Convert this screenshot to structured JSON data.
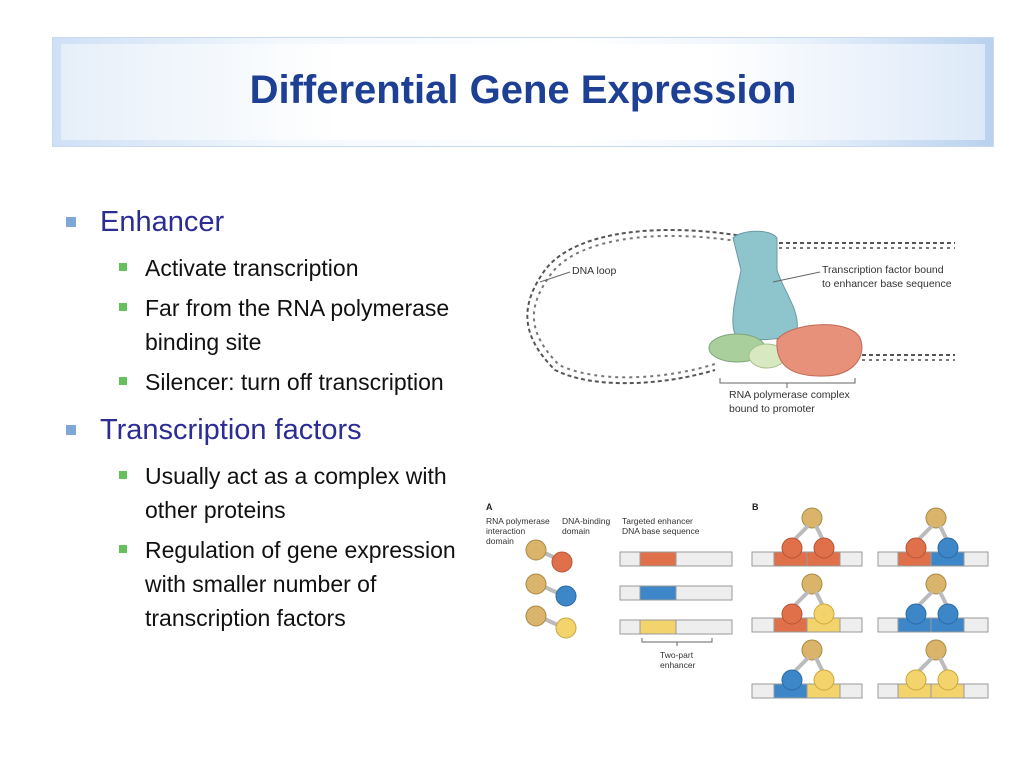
{
  "title": "Differential Gene Expression",
  "bullets": [
    {
      "text": "Enhancer",
      "sub": [
        "Activate transcription",
        "Far from the RNA polymerase binding site",
        "Silencer: turn off transcription"
      ]
    },
    {
      "text": "Transcription factors",
      "sub": [
        "Usually act as a complex with other proteins",
        "Regulation of gene expression with smaller number of transcription factors"
      ]
    }
  ],
  "top_figure": {
    "dna_loop_label": "DNA loop",
    "tf_label_line1": "Transcription factor bound",
    "tf_label_line2": "to enhancer base sequence",
    "polymerase_label_line1": "RNA polymerase complex",
    "polymerase_label_line2": "bound to promoter"
  },
  "bottom_figure": {
    "panel_a": "A",
    "panel_b": "B",
    "rna_pol_label_line1": "RNA polymerase",
    "rna_pol_label_line2": "interaction",
    "rna_pol_label_line3": "domain",
    "dna_binding_label_line1": "DNA-binding",
    "dna_binding_label_line2": "domain",
    "targeted_label_line1": "Targeted enhancer",
    "targeted_label_line2": "DNA base sequence",
    "two_part_line1": "Two-part",
    "two_part_line2": "enhancer"
  },
  "colors": {
    "title": "#1d3f94",
    "level1": "#2b2c94",
    "level1_marker": "#7ea7d8",
    "level2_marker": "#64c15b",
    "orange": "#e0704a",
    "blue": "#3d86c8",
    "yellow": "#f3d36b",
    "tan": "#d9b46a"
  }
}
